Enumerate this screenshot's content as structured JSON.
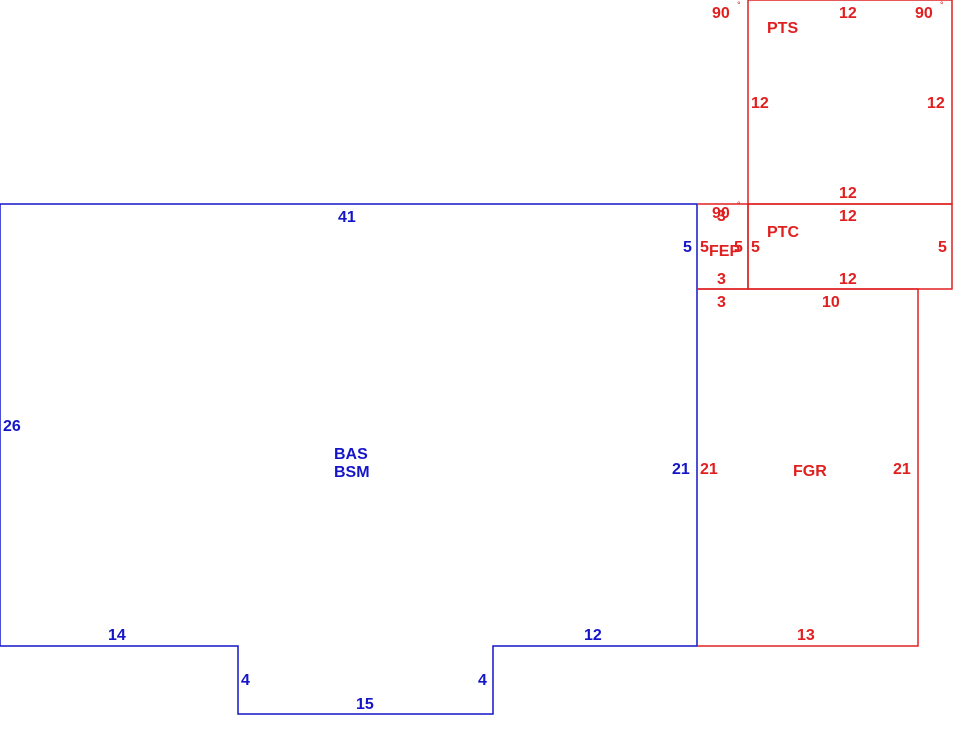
{
  "colors": {
    "main": "#1515c8",
    "addition": "#e02020",
    "background": "#ffffff"
  },
  "areas": {
    "bas": "BAS",
    "bsm": "BSM",
    "fgr": "FGR",
    "fep": "FEP",
    "ptc": "PTC",
    "pts": "PTS"
  },
  "bas_dims": {
    "top": "41",
    "left": "26",
    "right": "21",
    "bottom_left": "14",
    "bottom_right": "12",
    "notch_left": "4",
    "notch_right": "4",
    "notch_bottom": "15",
    "fep_side": "5"
  },
  "fgr_dims": {
    "top": "10",
    "left": "21",
    "right": "21",
    "bottom": "13",
    "jog": "3"
  },
  "fep_dims": {
    "top": "3",
    "bottom": "3",
    "left": "5",
    "right": "5",
    "angle": "90"
  },
  "ptc_dims": {
    "top": "12",
    "bottom": "12",
    "left": "5",
    "right": "5"
  },
  "pts_dims": {
    "top": "12",
    "bottom": "12",
    "left": "12",
    "right": "12",
    "angle_left": "90",
    "angle_right": "90"
  },
  "degree_symbol": "°"
}
